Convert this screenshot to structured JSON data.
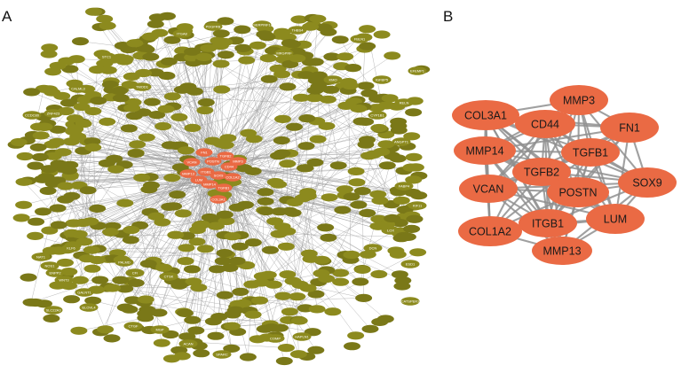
{
  "panels": {
    "a_label": "A",
    "b_label": "B"
  },
  "colors": {
    "network_node": "#8c8a1e",
    "network_node_dark": "#7a7818",
    "network_edge": "#9a9a9a",
    "hub_node": "#ea6a44",
    "hub_edge": "#8f8f8f",
    "hub_text": "#1a1a1a"
  },
  "network_a": {
    "hub_genes": [
      "TGFB2",
      "POSTN",
      "CD44",
      "ITGB1",
      "SOX9",
      "VCAN",
      "COL1A2",
      "MMP14",
      "TGFB1",
      "LUM",
      "COL3A1",
      "MMP3",
      "FN1",
      "MMP13"
    ],
    "peripheral_labels": [
      "NAT1",
      "NOS1",
      "KLF6",
      "ENPP2",
      "WNT3",
      "GALNT1",
      "ELOVL4",
      "PALMD",
      "CFI",
      "CTSK",
      "SLC22A3",
      "CATSPER1",
      "ESD1",
      "KIF11",
      "ANGPT1",
      "CYP1B1",
      "ZNF423",
      "CCDC80",
      "RELN",
      "MRGPRF",
      "KMO",
      "FABP4",
      "TMOD1",
      "CALML3",
      "STC1",
      "ITGA8",
      "PDGFRB",
      "SERPINF1",
      "THBS4",
      "FBLN1",
      "EFEMP1",
      "IGFBP5",
      "LOX",
      "DCN",
      "SPARC",
      "ACAN",
      "COMP",
      "HAPLN1",
      "MGP",
      "CTGF"
    ]
  },
  "network_b": {
    "nodes": [
      {
        "label": "MMP3"
      },
      {
        "label": "COL3A1"
      },
      {
        "label": "CD44"
      },
      {
        "label": "FN1"
      },
      {
        "label": "MMP14"
      },
      {
        "label": "TGFB1"
      },
      {
        "label": "TGFB2"
      },
      {
        "label": "SOX9"
      },
      {
        "label": "VCAN"
      },
      {
        "label": "POSTN"
      },
      {
        "label": "COL1A2"
      },
      {
        "label": "ITGB1"
      },
      {
        "label": "LUM"
      },
      {
        "label": "MMP13"
      }
    ]
  }
}
